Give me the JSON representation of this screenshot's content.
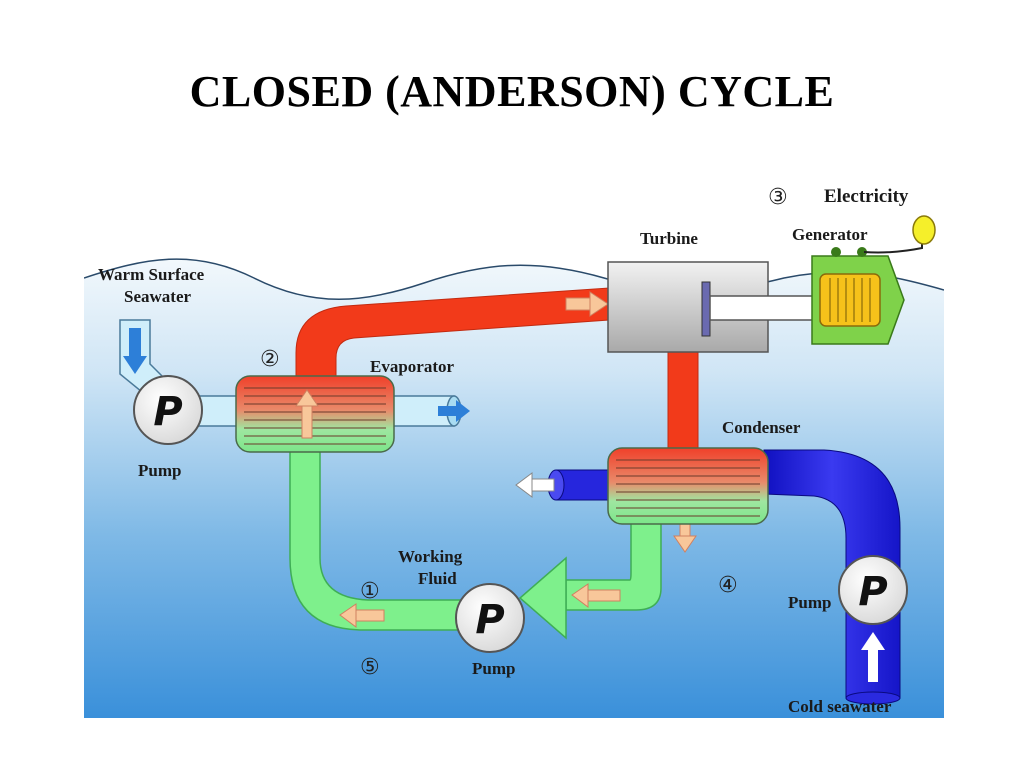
{
  "title": "CLOSED (ANDERSON) CYCLE",
  "labels": {
    "warm_line1": "Warm Surface",
    "warm_line2": "Seawater",
    "evaporator": "Evaporator",
    "turbine": "Turbine",
    "generator": "Generator",
    "electricity": "Electricity",
    "condenser": "Condenser",
    "working_line1": "Working",
    "working_line2": "Fluid",
    "pump_left": "Pump",
    "pump_middle": "Pump",
    "pump_right": "Pump",
    "cold_seawater": "Cold seawater"
  },
  "pump_symbol": "P",
  "steps": {
    "s1": "①",
    "s2": "②",
    "s3": "③",
    "s4": "④",
    "s5": "⑤"
  },
  "colors": {
    "warm_pipe": "#f23a1a",
    "working_fluid_liquid": "#7ef08c",
    "cold_pipe": "#2626dd",
    "sea_top": "#eaf4fb",
    "sea_bottom": "#2f8ad8",
    "turbine": "#cfcfcf",
    "generator": "#7fd24a",
    "arrow": "#f8c79a"
  }
}
